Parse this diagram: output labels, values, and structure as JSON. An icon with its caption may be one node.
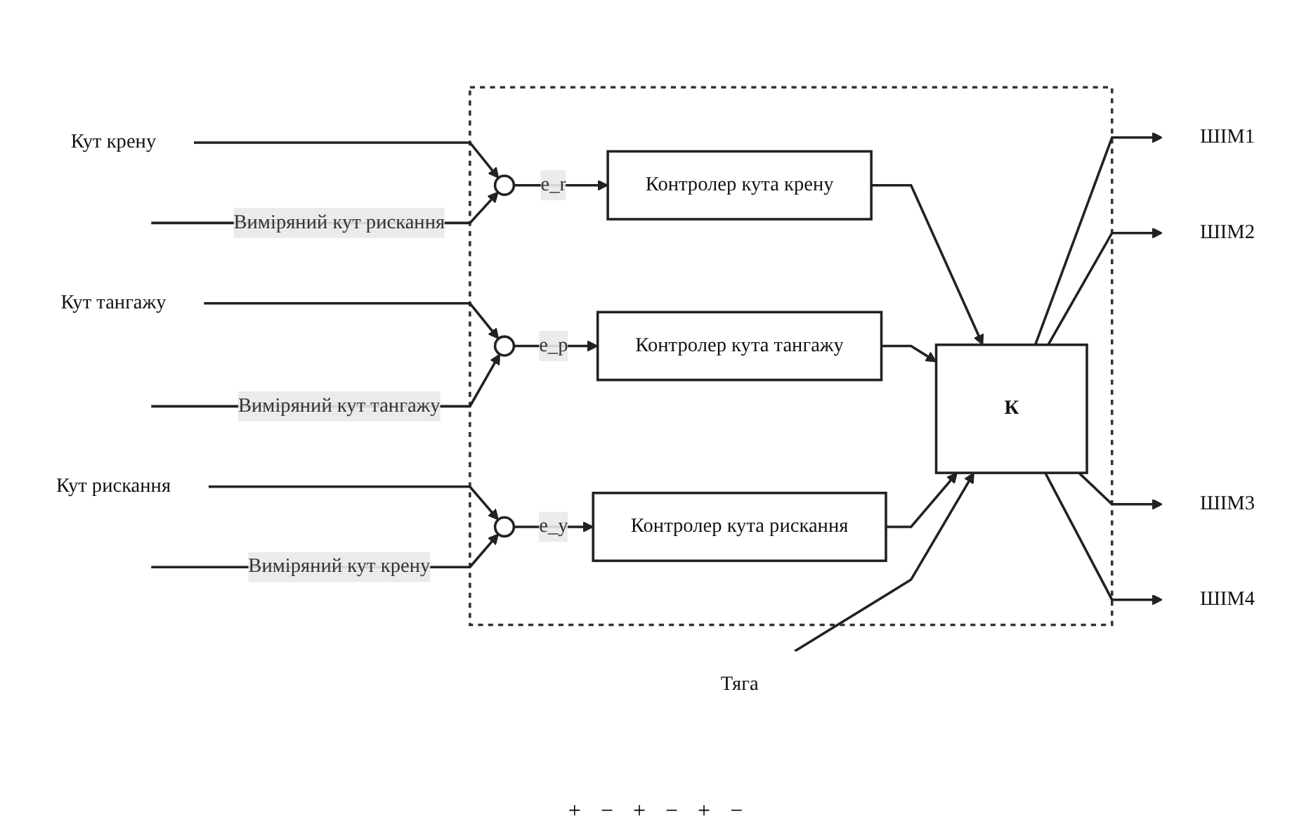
{
  "diagram": {
    "nodes": [
      {
        "text": [
          "Кут крену"
        ]
      },
      {
        "text": [
          "Кут тангажу"
        ]
      },
      {
        "text": [
          "Кут рискання"
        ]
      },
      {
        "text": [
          "Тяга"
        ]
      },
      {
        "text": [],
        "shape": "box"
      },
      {
        "text": [],
        "shape": "circle",
        "in": 4
      },
      {
        "text": [
          "Контролер кута крену"
        ],
        "in": 4
      },
      {
        "text": [],
        "shape": "circle",
        "in": 4
      },
      {
        "text": [
          "Контролер кута тангажу"
        ],
        "in": 4
      },
      {
        "text": [],
        "shape": "circle",
        "in": 4
      },
      {
        "text": [
          "Контролер кута рискання"
        ],
        "in": 4
      },
      {
        "text": [
          "К"
        ],
        "in": 4
      },
      {
        "text": [
          "ШІМ1"
        ]
      },
      {
        "text": [
          "ШІМ2"
        ]
      },
      {
        "text": [
          "ШІМ3"
        ]
      },
      {
        "text": [
          "ШІМ4"
        ]
      }
    ],
    "edges": [
      {
        "from": 0,
        "to": 5,
        "arrow": "to"
      },
      {
        "from": 5,
        "to": 6,
        "label": "e_r",
        "arrow": "to"
      },
      {
        "from": 6,
        "to": 11,
        "arrow": "to"
      },
      {
        "from": 1,
        "to": 7,
        "arrow": "to"
      },
      {
        "from": 7,
        "to": 8,
        "label": "e_p",
        "arrow": "to"
      },
      {
        "from": 8,
        "to": 11,
        "arrow": "to"
      },
      {
        "from": 2,
        "to": 9,
        "arrow": "to"
      },
      {
        "from": 9,
        "to": 10,
        "label": "e_y",
        "arrow": "to"
      },
      {
        "from": 10,
        "to": 11,
        "arrow": "to"
      },
      {
        "from": 3,
        "to": 11,
        "arrow": "to"
      },
      {
        "from": 11,
        "to": 12,
        "arrow": "to"
      },
      {
        "from": 11,
        "to": 13,
        "arrow": "to"
      },
      {
        "from": 11,
        "to": 14,
        "arrow": "to"
      },
      {
        "from": 11,
        "to": 15,
        "arrow": "to"
      },
      {
        "from": null,
        "to": 9,
        "label": "Виміряний кут крену",
        "arrow": "to"
      },
      {
        "from": null,
        "to": 7,
        "label": "Виміряний кут тангажу",
        "arrow": "to"
      },
      {
        "from": null,
        "to": 5,
        "label": "Виміряний кут рискання",
        "arrow": "to"
      }
    ],
    "labels": [
      "+",
      "−",
      "+",
      "−",
      "+",
      "−"
    ]
  }
}
